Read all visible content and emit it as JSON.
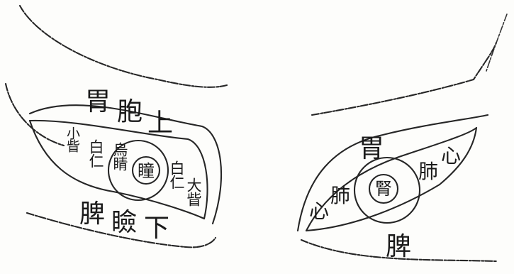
{
  "left_eye": {
    "upper_lid": [
      "胃",
      "胞",
      "上"
    ],
    "lower_lid": [
      "脾",
      "瞼",
      "下"
    ],
    "inner_canthus": "小眥",
    "inner_white": "白仁",
    "iris": "烏睛",
    "pupil": "瞳",
    "outer_white": "白仁",
    "outer_canthus": "大眥"
  },
  "right_eye": {
    "upper_lid": "胃",
    "pupil": "腎",
    "inner_canthus": "心",
    "inner_vessel": "肺",
    "outer_vessel": "肺",
    "outer_canthus": "心",
    "lower_lid": "脾"
  }
}
